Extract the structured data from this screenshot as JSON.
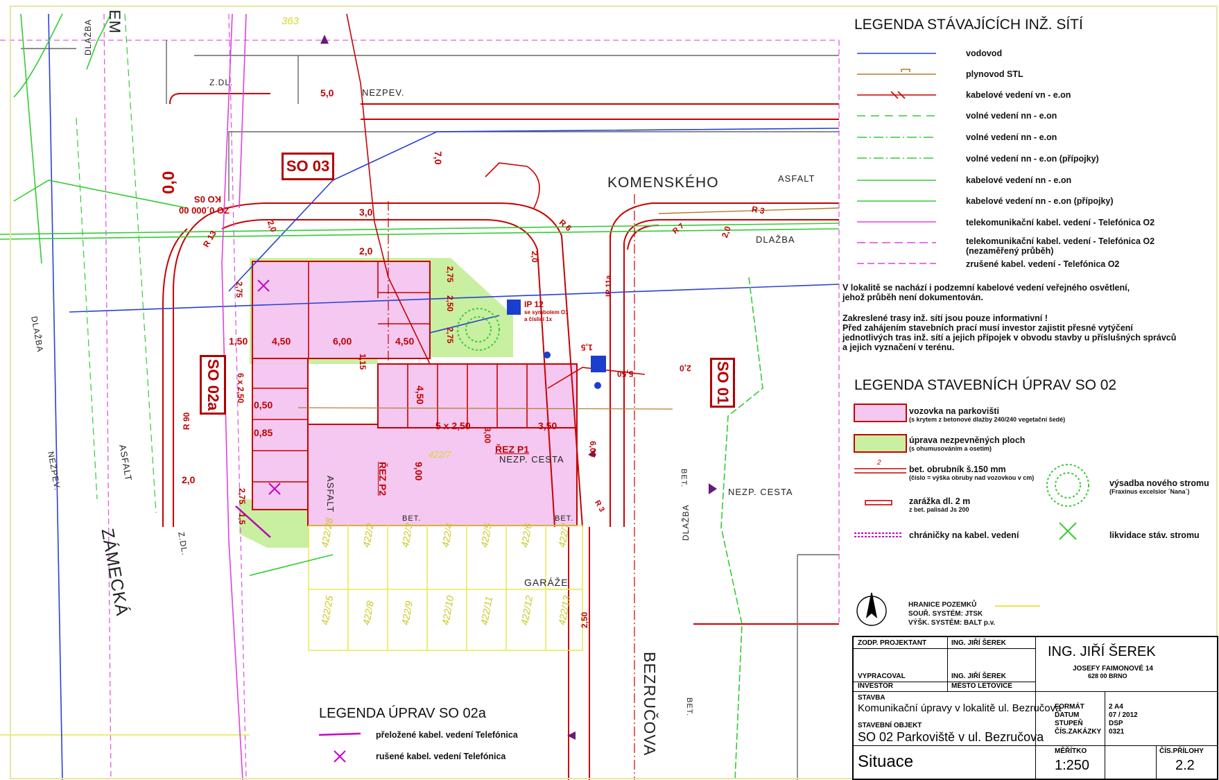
{
  "streets": {
    "komenskeho": "KOMENSKÉHO",
    "zamecka": "ZÁMECKÁ",
    "bezrucova": "BEZRUČOVA",
    "asfalt_top": "ASFALT",
    "asfalt_left": "ASFALT",
    "asfalt_lot": "ASFALT",
    "dlazba_left_top": "DLAŽBA",
    "dlazba_left": "DLAŽBA",
    "dlazba_right": "DLAŽBA",
    "dlazba_bottom": "DLAŽBA",
    "nezpev_top": "NEZPEV.",
    "nezpev_left": "NEZPEV.",
    "zdl_top": "Z.DL.",
    "zdl_left": "Z.DL.",
    "nezp_cesta_lot": "NEZP. CESTA",
    "nezp_cesta_right": "NEZP. CESTA",
    "garaze": "GARÁŽE",
    "bet_1": "BET.",
    "bet_2": "BET.",
    "bet_3": "BET.",
    "bet_4": "BET.",
    "em": "EM",
    "num_363": "363",
    "num_4227": "422/7"
  },
  "so_labels": {
    "so03": "SO 03",
    "so02a": "SO 02a",
    "so01": "SO 01"
  },
  "dimensions": {
    "d_5_0": "5,0",
    "d_7_0": "7,0",
    "d_3_0": "3,0",
    "d_0_0": "0,0",
    "d_2_0_a": "2,0",
    "d_2_0_b": "2,0",
    "d_2_0_c": "2,0",
    "d_2_0_d": "2,0",
    "d_2_0_e": "2,0",
    "d_2_0_f": "2,0",
    "d_4_50_a": "4,50",
    "d_6_00": "6,00",
    "d_4_50_b": "4,50",
    "d_4_50_c": "4,50",
    "d_2_75_a": "2,75",
    "d_2_50_a": "2,50",
    "d_2_75_b": "2,75",
    "d_2_75_c": "2,75",
    "d_2_75_d": "2,75",
    "d_1_50": "1,50",
    "d_1_15": "1,15",
    "d_1_5_a": "1,5",
    "d_1_5_b": "1,5",
    "d_0_50": "0,50",
    "d_0_85": "0,85",
    "d_5x250": "5 x 2,50",
    "d_3_50": "3,50",
    "d_3_00": "3,00",
    "d_9_00": "9,00",
    "d_6_00_b": "6,00",
    "d_5_50": "5,50",
    "d_2_50_b": "2,50",
    "d_6x250": "6 x 2,50",
    "r_13": "R 13",
    "r_6": "R 6",
    "r_3": "R 3",
    "r_7": "R 7",
    "r_90": "R 90",
    "r_3b": "R 3",
    "rez_p1": "ŘEZ P1",
    "rez_p2": "ŘEZ P2",
    "ip12": "IP 12",
    "ip12_sub1": "se symbolem O1",
    "ip12_sub2": "a číslicí 1x",
    "ip11a": "IP 11a",
    "station": "00 000´0 OZ",
    "ko_os": "KO 0S"
  },
  "parcels": [
    "422/28",
    "422/2",
    "422/3",
    "422/4",
    "422/5",
    "422/6",
    "422/7",
    "422/25",
    "422/8",
    "422/9",
    "422/10",
    "422/11",
    "422/12",
    "422/13"
  ],
  "legend_existing": {
    "title": "LEGENDA STÁVAJÍCÍCH INŽ. SÍTÍ",
    "items": [
      {
        "label": "vodovod",
        "color": "#2a3fd6"
      },
      {
        "label": "plynovod STL",
        "color": "#b07a2a"
      },
      {
        "label": "kabelové vedení vn - e.on",
        "color": "#c80000"
      },
      {
        "label": "volné vedení nn - e.on",
        "color": "#33cc33"
      },
      {
        "label": "volné vedení nn - e.on",
        "color": "#33cc33"
      },
      {
        "label": "volné vedení nn - e.on  (přípojky)",
        "color": "#33cc33"
      },
      {
        "label": "kabelové vedení nn - e.on",
        "color": "#33cc33"
      },
      {
        "label": "kabelové vedení nn - e.on  (přípojky)",
        "color": "#33cc33"
      },
      {
        "label": "telekomunikační kabel. vedení - Telefónica O2",
        "color": "#e040e0"
      },
      {
        "label": "telekomunikační kabel. vedení - Telefónica O2",
        "sub": "(nezaměřený průběh)",
        "color": "#e040e0"
      },
      {
        "label": "zrušené kabel. vedení - Telefónica O2",
        "color": "#e040e0"
      }
    ]
  },
  "notes": {
    "note1": "V lokalitě se nachází i podzemní kabelové vedení veřejného osvětlení,\njehož průběh není dokumentován.",
    "note2": "Zakreslené trasy inž. sítí jsou pouze informativní !\nPřed zahájením stavebních prací musí investor zajistit přesné vytýčení\njednotlivých tras inž. sítí a jejich přípojek v obvodu stavby u příslušných správců\na jejich vyznačení v terénu."
  },
  "legend_so02": {
    "title": "LEGENDA STAVEBNÍCH ÚPRAV SO 02",
    "road": {
      "label": "vozovka na parkovišti",
      "sub": "(s krytem z betonové dlažby 240/240 vegetační šedé)",
      "color": "#f4c8f0"
    },
    "green": {
      "label": "úprava nezpevněných ploch",
      "sub": "(s ohumusováním a osetím)",
      "color": "#c8f0a0"
    },
    "curb": {
      "label": "bet. obrubník š.150 mm",
      "sub": "(číslo = výška obruby nad vozovkou v cm)",
      "marker": "2"
    },
    "stop": {
      "label": "zarážka dl. 2 m",
      "sub": "z bet. palisád Js 200"
    },
    "duct": {
      "label": "chráničky na kabel. vedení"
    },
    "tree_new": {
      "label": "výsadba nového stromu",
      "sub": "(Fraxinus excelsior ´Nana´)"
    },
    "tree_remove": {
      "label": "likvidace stáv. stromu"
    }
  },
  "legend_so02a": {
    "title": "LEGENDA ÚPRAV SO 02a",
    "items": [
      {
        "label": "přeložené kabel. vedení Telefónica"
      },
      {
        "label": "rušené kabel. vedení Telefónica"
      }
    ]
  },
  "north": {
    "lines": [
      "HRANICE POZEMKŮ",
      "SOUŘ. SYSTÉM:  JTSK",
      "VÝŠK. SYSTÉM:  BALT p.v."
    ]
  },
  "titleblock": {
    "zodp_label": "ZODP. PROJEKTANT",
    "zodp_value": "ING. JIŘÍ ŠEREK",
    "vypr_label": "VYPRACOVAL",
    "vypr_value": "ING. JIŘÍ ŠEREK",
    "inv_label": "INVESTOR",
    "inv_value": "MĚSTO LETOVICE",
    "firm": "ING. JIŘÍ ŠEREK",
    "addr1": "JOSEFY FAIMONOVÉ 14",
    "addr2": "628 00  BRNO",
    "stavba_label": "STAVBA",
    "stavba_value": "Komunikační úpravy v lokalitě ul. Bezručova",
    "objekt_label": "STAVEBNÍ OBJEKT",
    "objekt_value": "SO 02 Parkoviště v ul. Bezručova",
    "format_label": "FORMÁT",
    "format_value": "2 A4",
    "datum_label": "DATUM",
    "datum_value": "07 / 2012",
    "stupen_label": "STUPEŇ",
    "stupen_value": "DSP",
    "zakazka_label": "ČÍS.ZAKÁZKY",
    "zakazka_value": "0321",
    "drawing": "Situace",
    "meritko_label": "MĚŘÍTKO",
    "meritko_value": "1:250",
    "priloha_label": "ČÍS.PŘÍLOHY",
    "priloha_value": "2.2"
  }
}
